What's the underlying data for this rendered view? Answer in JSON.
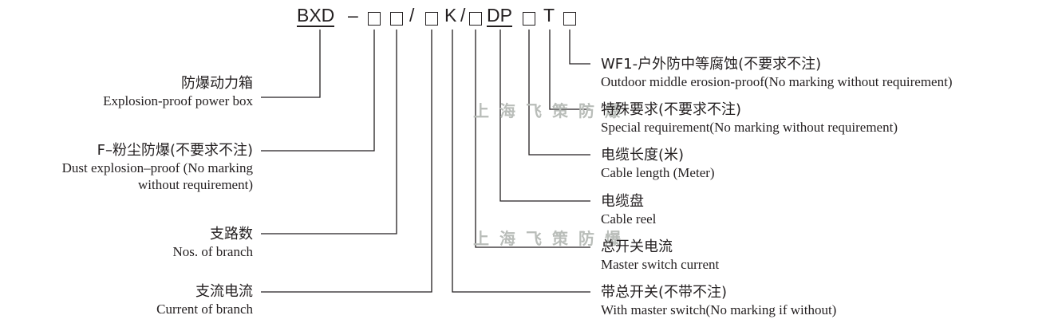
{
  "code": {
    "prefix": "BXD",
    "dash": "–",
    "slash1": "/",
    "k": "K",
    "slash2": "/",
    "dp": "DP",
    "t": "T"
  },
  "left_labels": [
    {
      "zh": "防爆动力箱",
      "en": "Explosion-proof  power  box",
      "en2": ""
    },
    {
      "zh": "F–粉尘防爆(不要求不注)",
      "en": "Dust explosion–proof (No marking",
      "en2": "without requirement)"
    },
    {
      "zh": "支路数",
      "en": "Nos. of  branch",
      "en2": ""
    },
    {
      "zh": "支流电流",
      "en": "Current of branch",
      "en2": ""
    }
  ],
  "right_labels": [
    {
      "zh": "WF1-户外防中等腐蚀(不要求不注)",
      "en": "Outdoor middle erosion-proof(No marking without requirement)"
    },
    {
      "zh": "特殊要求(不要求不注)",
      "en": "Special requirement(No marking without requirement)"
    },
    {
      "zh": "电缆长度(米)",
      "en": "Cable  length (Meter)"
    },
    {
      "zh": "电缆盘",
      "en": "Cable  reel"
    },
    {
      "zh": "总开关电流",
      "en": "Master switch current"
    },
    {
      "zh": "带总开关(不带不注)",
      "en": "With  master  switch(No marking  if without)"
    }
  ],
  "watermark": "上海飞策防爆",
  "colors": {
    "ink": "#231f20",
    "watermark": "#b9bdb9"
  }
}
